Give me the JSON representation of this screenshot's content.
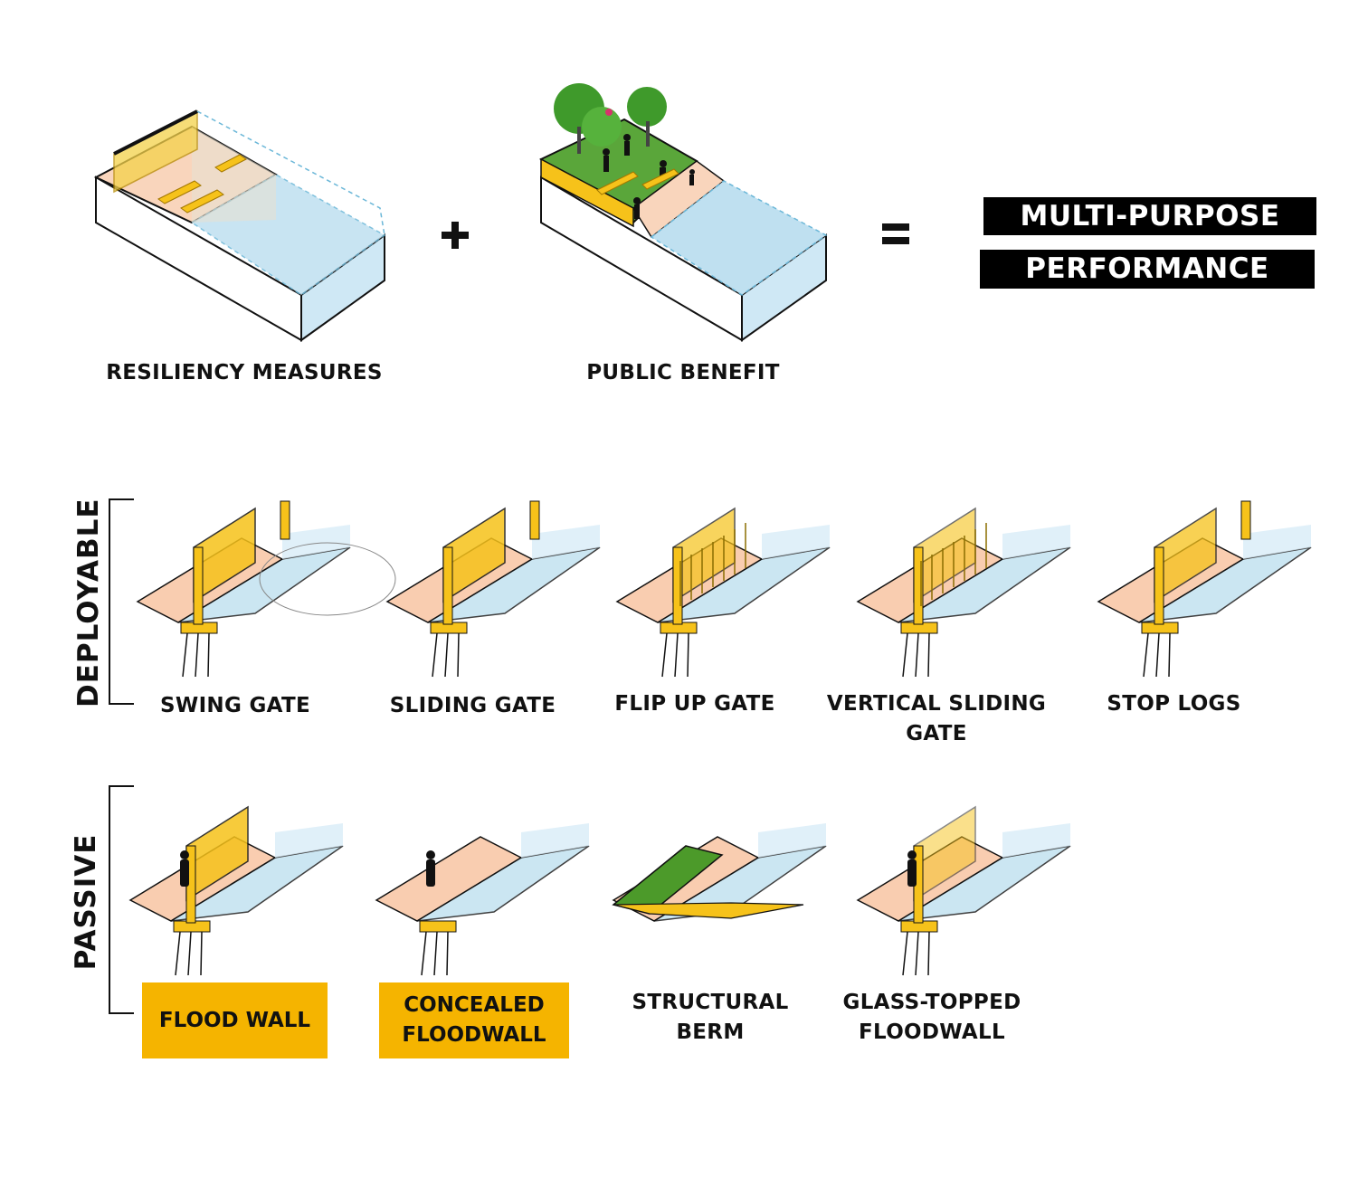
{
  "equation": {
    "term_1": "RESILIENCY MEASURES",
    "plus": "+",
    "term_2": "PUBLIC BENEFIT",
    "equals": "=",
    "result_line_1": "MULTI-PURPOSE",
    "result_line_2": "PERFORMANCE"
  },
  "groups": {
    "deployable": {
      "title": "DEPLOYABLE",
      "items": [
        "SWING GATE",
        "SLIDING GATE",
        "FLIP UP GATE",
        "VERTICAL SLIDING",
        "STOP LOGS"
      ],
      "item_4_line_2": "GATE"
    },
    "passive": {
      "title": "PASSIVE",
      "items": [
        "FLOOD WALL",
        "CONCEALED",
        "STRUCTURAL",
        "GLASS-TOPPED"
      ],
      "item_2_line_2": "FLOODWALL",
      "item_3_line_2": "BERM",
      "item_4_line_2": "FLOODWALL"
    }
  },
  "colors": {
    "highlight": "#f5b400",
    "land": "#f9cdb0",
    "water": "#bfe0f0",
    "grass": "#4c9a2a",
    "wall": "#f6c21a"
  }
}
